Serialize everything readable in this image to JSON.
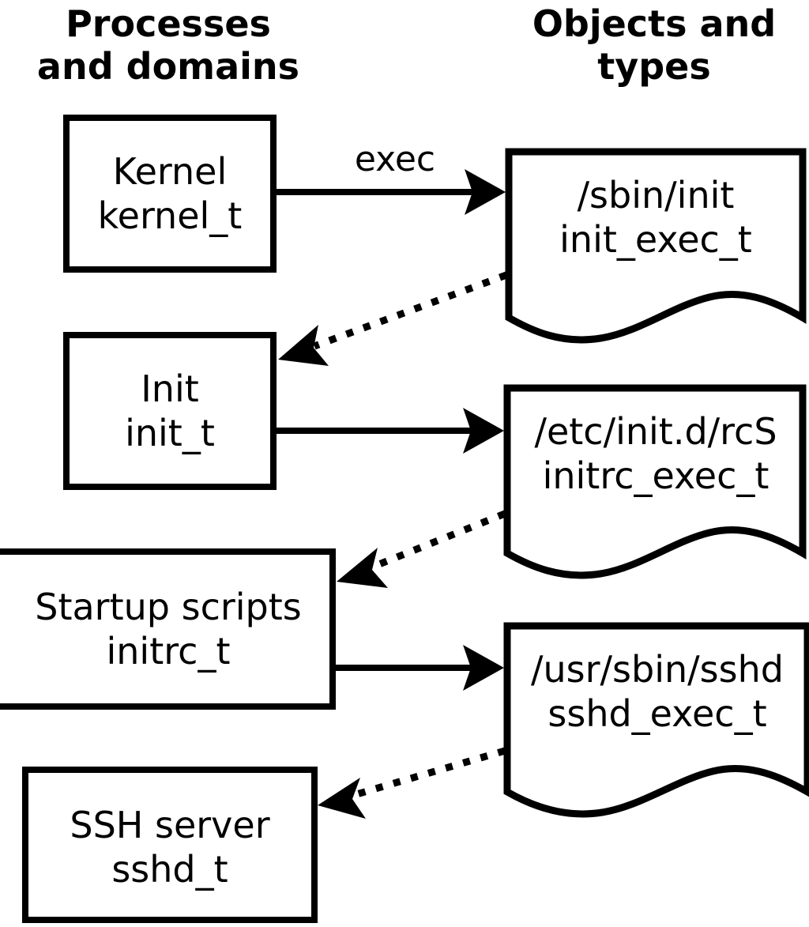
{
  "diagram": {
    "title_columns": {
      "left": "Processes\nand domains",
      "left_line1": "Processes",
      "left_line2": "and domains",
      "right_line1": "Objects and",
      "right_line2": "types"
    },
    "colors": {
      "stroke": "#000000",
      "fill": "#ffffff",
      "text": "#000000"
    },
    "process_nodes": [
      {
        "id": "kernel",
        "line1": "Kernel",
        "line2": "kernel_t"
      },
      {
        "id": "init",
        "line1": "Init",
        "line2": "init_t"
      },
      {
        "id": "initrc",
        "line1": "Startup scripts",
        "line2": "initrc_t"
      },
      {
        "id": "sshd",
        "line1": "SSH server",
        "line2": "sshd_t"
      }
    ],
    "object_nodes": [
      {
        "id": "init_exec",
        "line1": "/sbin/init",
        "line2": "init_exec_t"
      },
      {
        "id": "initrc_exec",
        "line1": "/etc/init.d/rcS",
        "line2": "initrc_exec_t"
      },
      {
        "id": "sshd_exec",
        "line1": "/usr/sbin/sshd",
        "line2": "sshd_exec_t"
      }
    ],
    "edges": [
      {
        "id": "kernel-exec-init_exec",
        "from": "kernel",
        "to": "init_exec",
        "style": "solid",
        "label": "exec"
      },
      {
        "id": "init_exec-transition-init",
        "from": "init_exec",
        "to": "init",
        "style": "dotted",
        "label": ""
      },
      {
        "id": "init-exec-initrc_exec",
        "from": "init",
        "to": "initrc_exec",
        "style": "solid",
        "label": ""
      },
      {
        "id": "initrc_exec-transition-initrc",
        "from": "initrc_exec",
        "to": "initrc",
        "style": "dotted",
        "label": ""
      },
      {
        "id": "initrc-exec-sshd_exec",
        "from": "initrc",
        "to": "sshd_exec",
        "style": "solid",
        "label": ""
      },
      {
        "id": "sshd_exec-transition-sshd",
        "from": "sshd_exec",
        "to": "sshd",
        "style": "dotted",
        "label": ""
      }
    ]
  }
}
